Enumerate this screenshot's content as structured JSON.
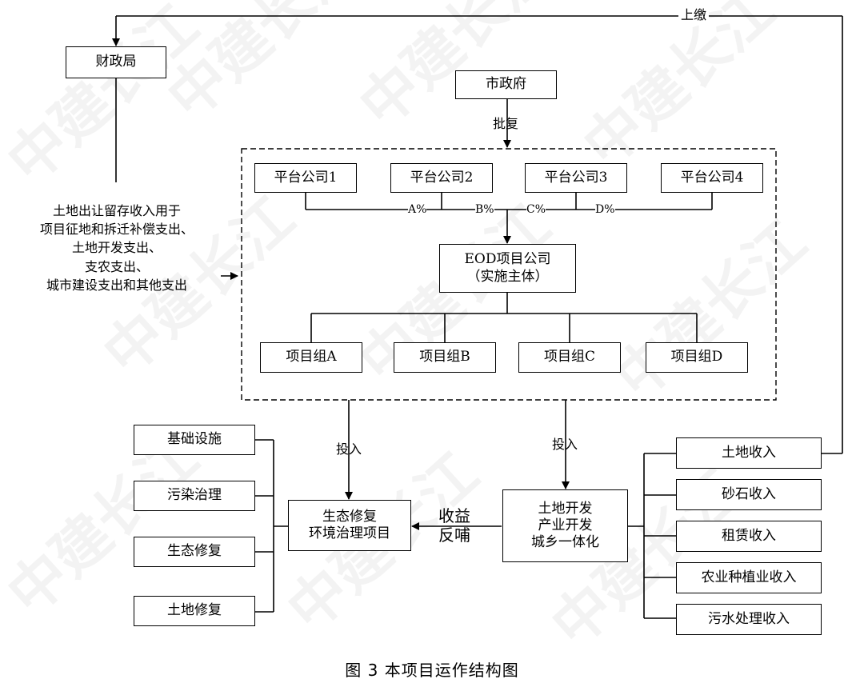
{
  "nodes": {
    "finance_bureau": "财政局",
    "city_government": "市政府",
    "platform_1": "平台公司1",
    "platform_2": "平台公司2",
    "platform_3": "平台公司3",
    "platform_4": "平台公司4",
    "eod_company_line1": "EOD项目公司",
    "eod_company_line2": "（实施主体）",
    "group_a": "项目组A",
    "group_b": "项目组B",
    "group_c": "项目组C",
    "group_d": "项目组D",
    "infrastructure": "基础设施",
    "pollution_control": "污染治理",
    "ecological_restoration": "生态修复",
    "land_restoration": "土地修复",
    "eco_project_line1": "生态修复",
    "eco_project_line2": "环境治理项目",
    "land_dev_line1": "土地开发",
    "land_dev_line2": "产业开发",
    "land_dev_line3": "城乡一体化",
    "land_income": "土地收入",
    "sand_income": "砂石收入",
    "lease_income": "租赁收入",
    "agri_income": "农业种植业收入",
    "sewage_income": "污水处理收入"
  },
  "edge_labels": {
    "remit": "上缴",
    "approve": "批复",
    "share_a": "A%",
    "share_b": "B%",
    "share_c": "C%",
    "share_d": "D%",
    "invest_left": "投入",
    "invest_right": "投入",
    "feedback_line1": "收益",
    "feedback_line2": "反哺"
  },
  "left_note": [
    "土地出让留存收入用于",
    "项目征地和拆迁补偿支出、",
    "土地开发支出、",
    "支农支出、",
    "城市建设支出和其他支出"
  ],
  "caption": "图 3  本项目运作结构图",
  "watermark": "中建长江"
}
